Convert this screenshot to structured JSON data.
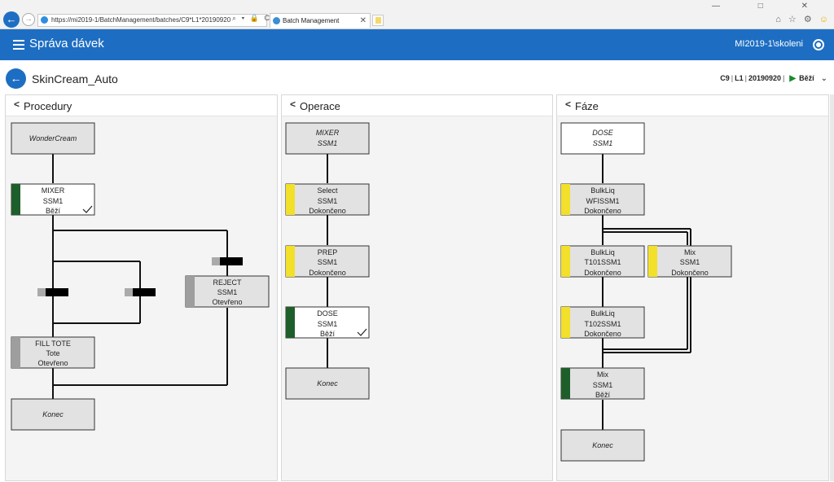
{
  "browser": {
    "url": "https://mi2019-1/BatchManagement/batches/C9*L1*20190920",
    "tab_title": "Batch Management",
    "addr_icons": "⌕ ▾ 🔒 C",
    "window_controls": "— □ ✕",
    "tool_icons": "⌂ ☆ ⚙"
  },
  "app": {
    "title": "Správa dávek",
    "user": "MI2019-1\\skoleni"
  },
  "batch": {
    "name": "SkinCream_Auto",
    "cell": "C9",
    "line": "L1",
    "batch_id": "20190920",
    "state": "Běží"
  },
  "colors": {
    "accent": "#1d6ec2",
    "running": "#1e5e2a",
    "done": "#f2e02a",
    "open": "#9e9e9e"
  },
  "panels": {
    "procedury": {
      "title": "Procedury",
      "nodes": [
        {
          "id": "wondercream",
          "lines": [
            "WonderCream"
          ],
          "italic": true,
          "status": "none"
        },
        {
          "id": "mixer",
          "lines": [
            "MIXER",
            "SSM1",
            "Běží"
          ],
          "italic": false,
          "status": "running",
          "check": true
        },
        {
          "id": "reject",
          "lines": [
            "REJECT",
            "SSM1",
            "Otevřeno"
          ],
          "italic": false,
          "status": "open"
        },
        {
          "id": "filltote",
          "lines": [
            "FILL TOTE",
            "Tote",
            "Otevřeno"
          ],
          "italic": false,
          "status": "open"
        },
        {
          "id": "konec",
          "lines": [
            "Konec"
          ],
          "italic": true,
          "status": "none"
        }
      ]
    },
    "operace": {
      "title": "Operace",
      "nodes": [
        {
          "id": "mixer",
          "lines": [
            "MIXER",
            "SSM1"
          ],
          "italic": true,
          "status": "none"
        },
        {
          "id": "select",
          "lines": [
            "Select",
            "SSM1",
            "Dokončeno"
          ],
          "italic": false,
          "status": "done"
        },
        {
          "id": "prep",
          "lines": [
            "PREP",
            "SSM1",
            "Dokončeno"
          ],
          "italic": false,
          "status": "done"
        },
        {
          "id": "dose",
          "lines": [
            "DOSE",
            "SSM1",
            "Běží"
          ],
          "italic": false,
          "status": "running",
          "check": true
        },
        {
          "id": "konec",
          "lines": [
            "Konec"
          ],
          "italic": true,
          "status": "none"
        }
      ]
    },
    "faze": {
      "title": "Fáze",
      "nodes": [
        {
          "id": "dose",
          "lines": [
            "DOSE",
            "SSM1"
          ],
          "italic": true,
          "status": "none",
          "white": true
        },
        {
          "id": "bulkliq1",
          "lines": [
            "BulkLiq",
            "WFISSM1",
            "Dokončeno"
          ],
          "italic": false,
          "status": "done"
        },
        {
          "id": "bulkliq2",
          "lines": [
            "BulkLiq",
            "T101SSM1",
            "Dokončeno"
          ],
          "italic": false,
          "status": "done"
        },
        {
          "id": "mix1",
          "lines": [
            "Mix",
            "SSM1",
            "Dokončeno"
          ],
          "italic": false,
          "status": "done"
        },
        {
          "id": "bulkliq3",
          "lines": [
            "BulkLiq",
            "T102SSM1",
            "Dokončeno"
          ],
          "italic": false,
          "status": "done"
        },
        {
          "id": "mix2",
          "lines": [
            "Mix",
            "SSM1",
            "Běží"
          ],
          "italic": false,
          "status": "running"
        },
        {
          "id": "konec",
          "lines": [
            "Konec"
          ],
          "italic": true,
          "status": "none"
        }
      ]
    }
  }
}
